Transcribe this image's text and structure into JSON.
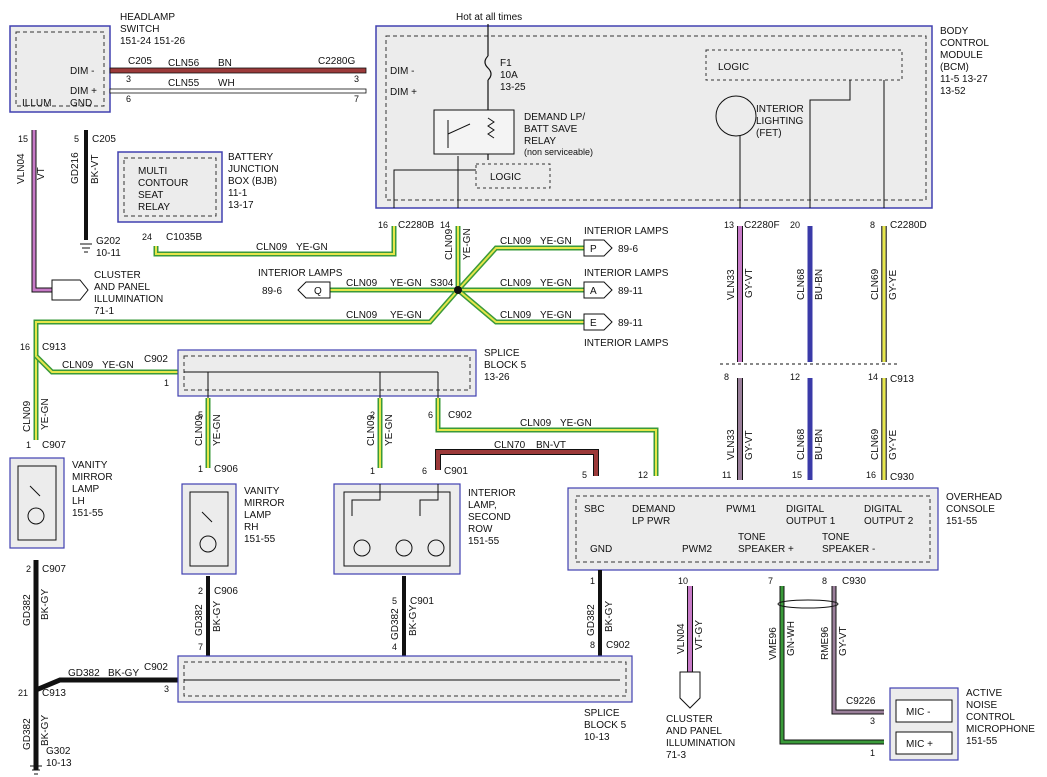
{
  "headlamp_switch": {
    "title": [
      "HEADLAMP",
      "SWITCH",
      "151-24  151-26"
    ],
    "dim_minus": "DIM -",
    "dim_plus": "DIM +",
    "illum": "ILLUM",
    "gnd": "GND"
  },
  "bcm": {
    "title": [
      "BODY",
      "CONTROL",
      "MODULE",
      "(BCM)",
      "11-5       13-27",
      "13-52"
    ],
    "hot": "Hot at all times",
    "fuse": [
      "F1",
      "10A",
      "13-25"
    ],
    "relay": [
      "DEMAND LP/",
      "BATT SAVE",
      "RELAY",
      "(non serviceable)"
    ],
    "logic1": "LOGIC",
    "logic2": "LOGIC",
    "fet": [
      "INTERIOR",
      "LIGHTING",
      "(FET)"
    ],
    "dim_minus": "DIM -",
    "dim_plus": "DIM +"
  },
  "bjb": {
    "inner": [
      "MULTI",
      "CONTOUR",
      "SEAT",
      "RELAY"
    ],
    "title": [
      "BATTERY",
      "JUNCTION",
      "BOX (BJB)",
      "11-1",
      "13-17"
    ]
  },
  "connectors": {
    "c205a": "C205",
    "c205b": "C205",
    "c2280g": "C2280G",
    "c2280b": "C2280B",
    "c1035b": "C1035B",
    "c2280f": "C2280F",
    "c2280d": "C2280D",
    "c913a": "C913",
    "c902a": "C902",
    "c907a": "C907",
    "c906a": "C906",
    "c902b": "C902",
    "c901a": "C901",
    "c930a": "C930",
    "c913b": "C913",
    "c907b": "C907",
    "c906b": "C906",
    "c901b": "C901",
    "c902c": "C902",
    "c902d": "C902",
    "c913c": "C913",
    "c930b": "C930",
    "c9226": "C9226",
    "s304": "S304"
  },
  "pins": {
    "hs_dimm": "3",
    "hs_dimp": "6",
    "bcm_dimm": "3",
    "bcm_dimp": "7",
    "illum": "15",
    "gnd": "5",
    "bjb": "24",
    "c2280b_16": "16",
    "c2280b_14": "14",
    "f13": "13",
    "f20": "20",
    "d8": "8",
    "c913_16": "16",
    "c902_1": "1",
    "c907_1": "1",
    "c906_5": "5",
    "c906_1": "1",
    "sb_2": "2",
    "sb_1": "1",
    "sb_6a": "6",
    "sb_6b": "6",
    "sb_5": "5",
    "sb_12": "12",
    "sb_11": "11",
    "sb_15": "15",
    "sb_16": "16",
    "c913_8": "8",
    "c913_12": "12",
    "c913_14": "14",
    "c907_2": "2",
    "c906_2": "2",
    "c906_7": "7",
    "c901_5": "5",
    "c901_4": "4",
    "gnd_1": "1",
    "gnd_8": "8",
    "pwm2_10": "10",
    "ts_7": "7",
    "ts_8": "8",
    "c902_3": "3",
    "g21": "21",
    "mic_3": "3",
    "mic_1": "1"
  },
  "wires": {
    "cln56": "CLN56",
    "bn": "BN",
    "cln55": "CLN55",
    "wh": "WH",
    "vln04": "VLN04",
    "vt": "VT",
    "gd216": "GD216",
    "bkvt": "BK-VT",
    "cln09": "CLN09",
    "yegn": "YE-GN",
    "vln33": "VLN33",
    "gyvt": "GY-VT",
    "cln68": "CLN68",
    "bubn": "BU-BN",
    "cln69": "CLN69",
    "gyye": "GY-YE",
    "cln70": "CLN70",
    "bnvt": "BN-VT",
    "gd382": "GD382",
    "bkgy": "BK-GY",
    "vtgy": "VT-GY",
    "vme96": "VME96",
    "gnwh": "GN-WH",
    "rme96": "RME96"
  },
  "grounds": {
    "g202": [
      "G202",
      "10-11"
    ],
    "g302": [
      "G302",
      "10-13"
    ]
  },
  "cluster1": [
    "CLUSTER",
    "AND PANEL",
    "ILLUMINATION",
    "71-1"
  ],
  "cluster2": [
    "CLUSTER",
    "AND PANEL",
    "ILLUMINATION",
    "71-3"
  ],
  "interior_lamps": {
    "label": "INTERIOR LAMPS",
    "p": "P",
    "p_ref": "89-6",
    "q": "Q",
    "q_ref": "89-6",
    "a": "A",
    "a_ref": "89-11",
    "e": "E",
    "e_ref": "89-11"
  },
  "splice5_top": [
    "SPLICE",
    "BLOCK 5",
    "13-26"
  ],
  "splice5_bot": [
    "SPLICE",
    "BLOCK 5",
    "10-13"
  ],
  "vanity_lh": [
    "VANITY",
    "MIRROR",
    "LAMP",
    "LH",
    "151-55"
  ],
  "vanity_rh": [
    "VANITY",
    "MIRROR",
    "LAMP",
    "RH",
    "151-55"
  ],
  "interior_second": [
    "INTERIOR",
    "LAMP,",
    "SECOND",
    "ROW",
    "151-55"
  ],
  "overhead": {
    "title": [
      "OVERHEAD",
      "CONSOLE",
      "151-55"
    ],
    "sbc": "SBC",
    "demand": [
      "DEMAND",
      "LP PWR"
    ],
    "pwm1": "PWM1",
    "dig1": [
      "DIGITAL",
      "OUTPUT 1"
    ],
    "dig2": [
      "DIGITAL",
      "OUTPUT 2"
    ],
    "gnd": "GND",
    "pwm2": "PWM2",
    "tonep": [
      "TONE",
      "SPEAKER +"
    ],
    "tonem": [
      "TONE",
      "SPEAKER -"
    ]
  },
  "anc": {
    "title": [
      "ACTIVE",
      "NOISE",
      "CONTROL",
      "MICROPHONE",
      "151-55"
    ],
    "mic_minus": "MIC -",
    "mic_plus": "MIC +"
  },
  "colors": {
    "brown": "#9c3a3a",
    "yellow": "#e6e64a",
    "green": "#3a9a3a",
    "violet": "#c77ac7",
    "grayviolet": "#9a7f9a",
    "blue": "#3a3aa8",
    "black": "#111111",
    "blueframe": "#4040b0"
  }
}
